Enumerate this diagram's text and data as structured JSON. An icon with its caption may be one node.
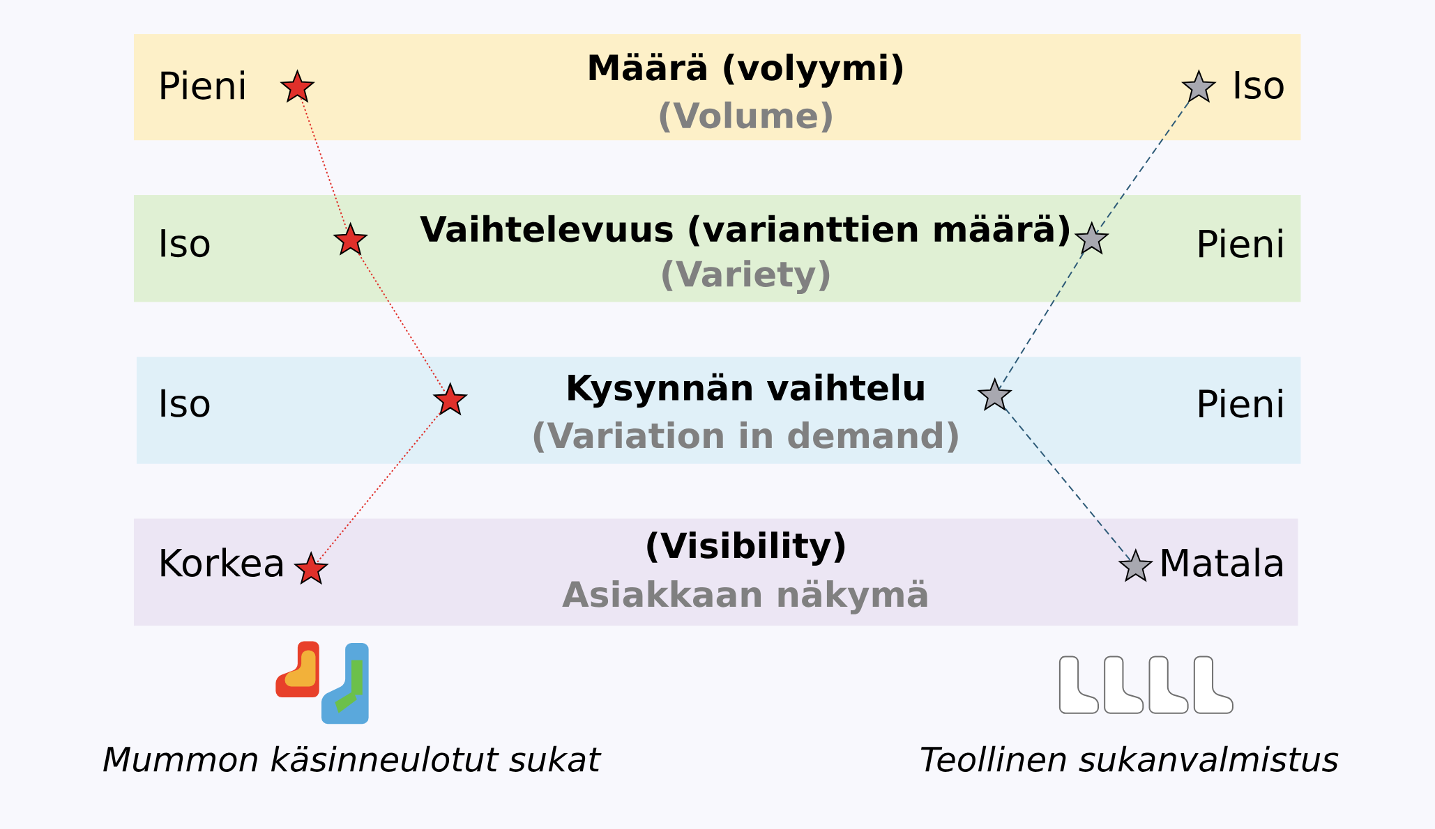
{
  "diagram": {
    "nodes": [
      {
        "text": [
          "Määrä (volyymi)",
          "(Volume)",
          "Pieni",
          "Iso"
        ]
      },
      {
        "text": [
          "Vaihtelevuus (varianttien määrä)",
          "(Variety)",
          "Iso",
          "Pieni"
        ]
      },
      {
        "text": [
          "Kysynnän vaihtelu",
          "(Variation in demand)",
          "Iso",
          "Pieni"
        ]
      },
      {
        "text": [
          "(Visibility)",
          "Asiakkaan näkymä",
          "Korkea",
          "Matala"
        ]
      },
      {
        "text": [],
        "shape": "star",
        "in": 0
      },
      {
        "text": [],
        "shape": "star",
        "in": 1
      },
      {
        "text": [],
        "shape": "star",
        "in": 2
      },
      {
        "text": [],
        "shape": "star",
        "in": 3
      },
      {
        "text": [],
        "shape": "star",
        "in": 0
      },
      {
        "text": [],
        "shape": "star",
        "in": 1
      },
      {
        "text": [],
        "shape": "star",
        "in": 2
      },
      {
        "text": [],
        "shape": "star",
        "in": 3
      }
    ],
    "edges": [
      {
        "from": 4,
        "to": 5,
        "arrow": "none",
        "color": "#e0302a"
      },
      {
        "from": 5,
        "to": 6,
        "arrow": "none",
        "color": "#e0302a"
      },
      {
        "from": 6,
        "to": 7,
        "arrow": "none",
        "color": "#e0302a"
      },
      {
        "from": 8,
        "to": 9,
        "arrow": "none",
        "style": "dashed",
        "color": "#2e5b78"
      },
      {
        "from": 9,
        "to": 10,
        "arrow": "none",
        "style": "dashed",
        "color": "#2e5b78"
      },
      {
        "from": 10,
        "to": 11,
        "arrow": "none",
        "style": "dashed",
        "color": "#2e5b78"
      }
    ],
    "labels": [
      "Mummon käsinneulotut sukat",
      "Teollinen sukanvalmistus"
    ]
  }
}
